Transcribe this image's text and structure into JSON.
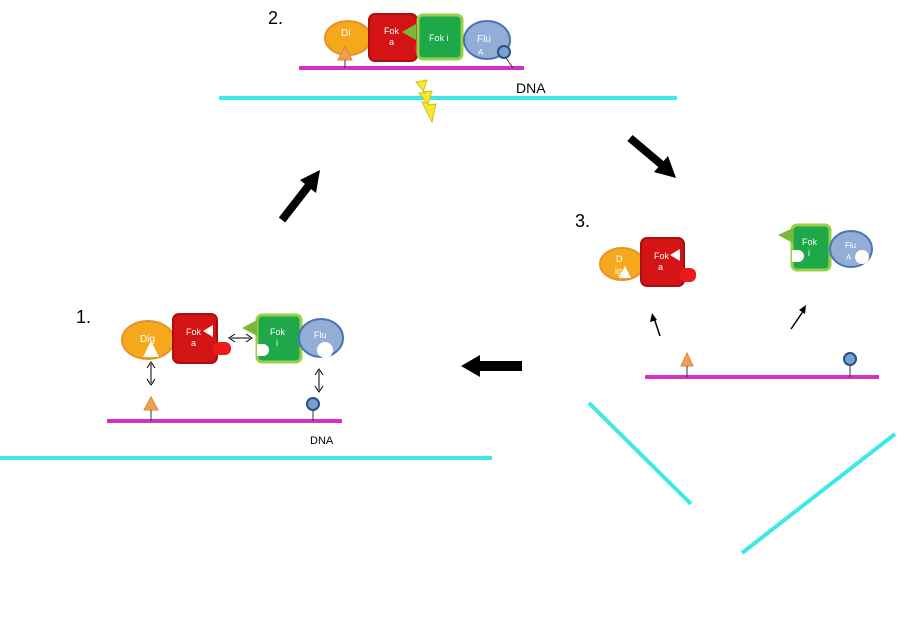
{
  "steps": {
    "step1": {
      "number": "1.",
      "dna_label": "DNA"
    },
    "step2": {
      "number": "2.",
      "dna_label": "DNA"
    },
    "step3": {
      "number": "3."
    }
  },
  "proteins": {
    "dig_step1": "Dig",
    "dig_step2": "Di",
    "dig_step3_line1": "D",
    "dig_step3_line2": "ig",
    "foka_line1": "Fok",
    "foka_line2": "a",
    "foki_step2": "Fok i",
    "foki_line1": "Fok",
    "foki_line2": "i",
    "flu_step1": "Flu",
    "flu_step2_line1": "Flu",
    "flu_step2_line2": "A",
    "flu_step3_line1": "Flu",
    "flu_step3_line2": "A"
  },
  "colors": {
    "dna_strand": "#3de8e8",
    "probe_strand": "#d42fc6",
    "dig": "#f5a81c",
    "dig_border": "#e8922a",
    "fok_a": "#d41414",
    "fok_a_border": "#a80f0f",
    "fok_i": "#1fa84a",
    "fok_i_border": "#9ad048",
    "flu": "#92aed6",
    "flu_border": "#4a74b4",
    "hapten_triangle": "#f0a050",
    "flu_bead": "#7aa0d0",
    "lightning": "#ffe632",
    "arrow": "#000000"
  }
}
